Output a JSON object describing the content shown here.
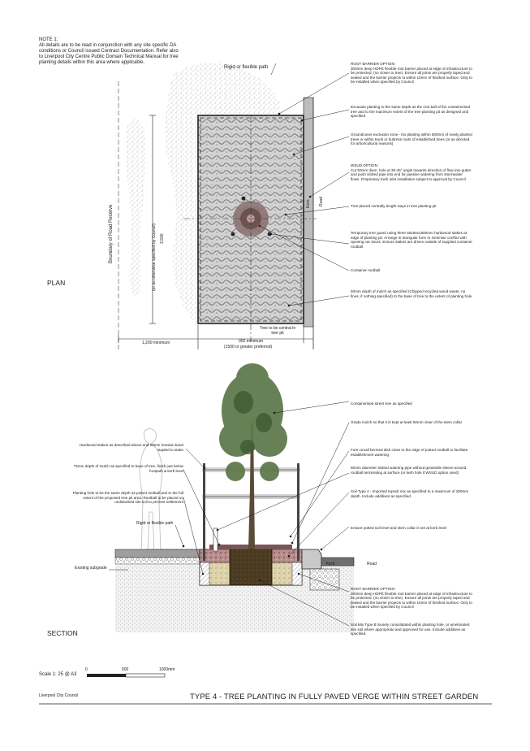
{
  "note": {
    "heading": "NOTE 1:",
    "body": "All details are to be read in conjunction with any site specific DA conditions or Council issued Contract Documentation. Refer also to Liverpool City Centre Public Domain Technical Manual for tree planting details within this area where applicable."
  },
  "plan": {
    "label": "PLAN",
    "rigid_path": "Rigid or flexible path",
    "boundary": "Boundary of Road Reserve",
    "dim_3500": "3,500",
    "dim_3500_note": "(or as otherwise specified by Council)",
    "kerb": "Kerb",
    "road": "Road",
    "dim_1200": "1,200 minimum",
    "dim_900": "900 minimum",
    "dim_1500": "(1500 or greater preferred)",
    "tree_central": "Tree to be central in tree pit",
    "annotations": [
      "ROOT BARRIER OPTION:\n300mm deep HDPE flexible root barrier placed at edge of infrastructure to be protected, (no closer to tree). Ensure all joints are properly taped and sealed and the barrier projects to within 10mm of finished surface. Only to be installed when specified by Council",
      "Excavate planting to the same depth as the root ball of the containerised tree and to the maximum extent of the tree planting pit as designed and specified",
      "Groundcover exclusion zone - No planting within 600mm of newly planted trees or within trunk or buttress roots of established trees (or as directed for arboricultural reasons)",
      "WSUD OPTION:\nCut 50mm diam. hole at 30-45° angle towards direction of flow into gutter and push slotted pipe into end for passive watering from stormwater flows. Proprietary Kerb inlet installation subject to approval by Council",
      "Tree placed centrally length ways in tree planting pit",
      "Temporary tree guard using three 50x50x1800mm hardwood stakes at edge of planting pit. Arrange in triangular form to minimise conflict with opening car doors. Ensure stakes are driven outside of supplied container rootball",
      "Container rootball",
      "50mm depth of mulch as specified (Chipped recycled wood waste, no fines, if nothing specified) to the base of tree to the extent of planting hole"
    ]
  },
  "section": {
    "label": "SECTION",
    "left_annotations": [
      "Hardwood stakes as described above and 50mm hessian band stapled to stake",
      "75mm depth of mulch as specified to base of tree, finish just below footpath & kerb level",
      "Planting hole to be the same depth as potted rootball and to the full extent of the proposed tree pit area. Rootball to be placed on undisturbed site soil to prevent settlement"
    ],
    "rigid_path": "Rigid or flexible path",
    "subgrade": "Existing subgrade",
    "kerb": "Kerb",
    "road": "Road",
    "right_annotations": [
      "Containerised street tree as specified",
      "Grade mulch so that it is kept at least 50mm clear of the stem collar",
      "Form small bermed dish close to the edge of potted rootball to facilitate establishment watering",
      "50mm diameter slotted watering pipe without geotextile sleeve around rootball terminating at surface (or kerb hole if WSUD option used)",
      "Soil Type A - Imported topsoil mix as specified to a maximum of 200mm depth. Include additives as specified.",
      "Ensure potted soil level and stem collar is set at kerb level",
      "ROOT BARRIER OPTION:\n300mm deep HDPE flexible root barrier placed at edge of infrastructure to be protected, (no closer to tree). Ensure all joints are properly taped and sealed and the barrier projects to within 10mm of finished surface. Only to be installed when specified by Council",
      "Soil Mix Type B loosely consolidated within planting hole, or ameliorated site soil where appropriate and approved for use. Include additives as specified."
    ]
  },
  "footer": {
    "scale": "Scale 1: 25 @ A3",
    "scale_ticks": [
      "0",
      "500",
      "1000mm"
    ],
    "council": "Liverpool City Council",
    "title": "TYPE 4 - TREE PLANTING IN FULLY PAVED VERGE WITHIN  STREET GARDEN"
  }
}
